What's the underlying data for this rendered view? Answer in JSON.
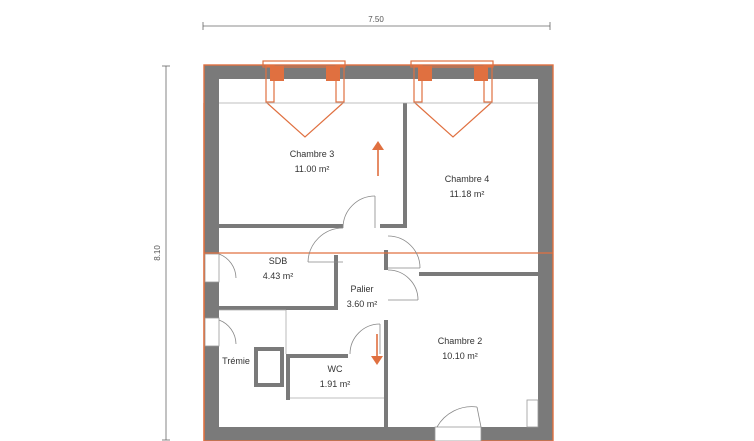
{
  "dimensions": {
    "width_label": "7.50",
    "height_label": "8.10"
  },
  "rooms": [
    {
      "name": "Chambre 3",
      "area": "11.00 m²"
    },
    {
      "name": "Chambre 4",
      "area": "11.18 m²"
    },
    {
      "name": "SDB",
      "area": "4.43 m²"
    },
    {
      "name": "Palier",
      "area": "3.60 m²"
    },
    {
      "name": "Chambre 2",
      "area": "10.10 m²"
    },
    {
      "name": "WC",
      "area": "1.91 m²"
    },
    {
      "name": "Trémie",
      "area": ""
    }
  ],
  "colors": {
    "wall": "#7a7a7a",
    "accent": "#e07040",
    "dim_line": "#666666"
  }
}
